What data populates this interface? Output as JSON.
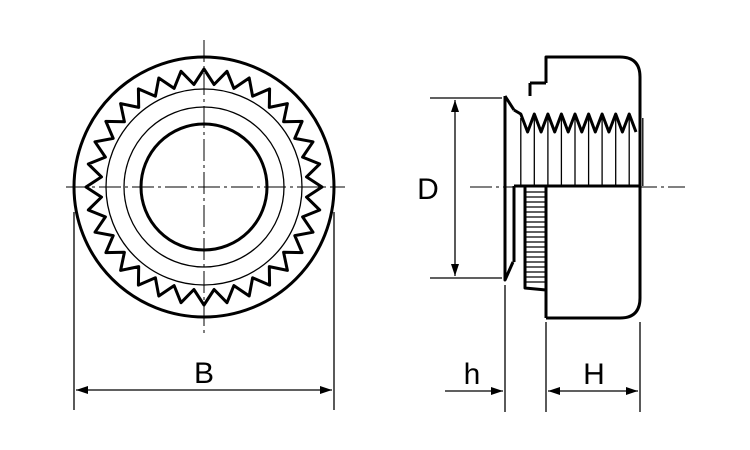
{
  "dimensions": {
    "outer_diameter_label": "B",
    "thread_diameter_label": "D",
    "shank_height_label": "h",
    "head_height_label": "H"
  }
}
